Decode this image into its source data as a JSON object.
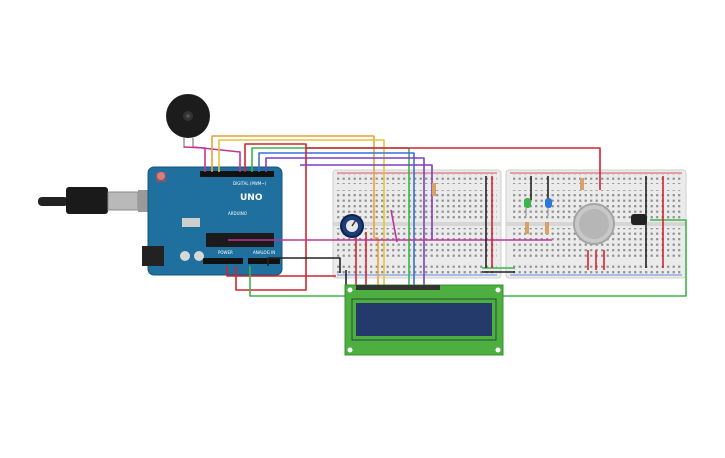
{
  "arduino": {
    "brand": "UNO",
    "logo_text": "ARDUINO",
    "digital_label": "DIGITAL (PWM~)",
    "power_label": "POWER",
    "analog_label": "ANALOG IN"
  },
  "colors": {
    "board": "#1f6f9f",
    "breadboard": "#ececec",
    "lcd_pcb": "#4caf3f",
    "lcd_screen": "#243a6b",
    "wire_red": "#d1252f",
    "wire_orange": "#e9a13b",
    "wire_yellow": "#e5c43a",
    "wire_green": "#3fb34a",
    "wire_blue": "#3a6fd8",
    "wire_purple": "#7d3fbf",
    "wire_magenta": "#c0359a",
    "wire_black": "#222222"
  }
}
